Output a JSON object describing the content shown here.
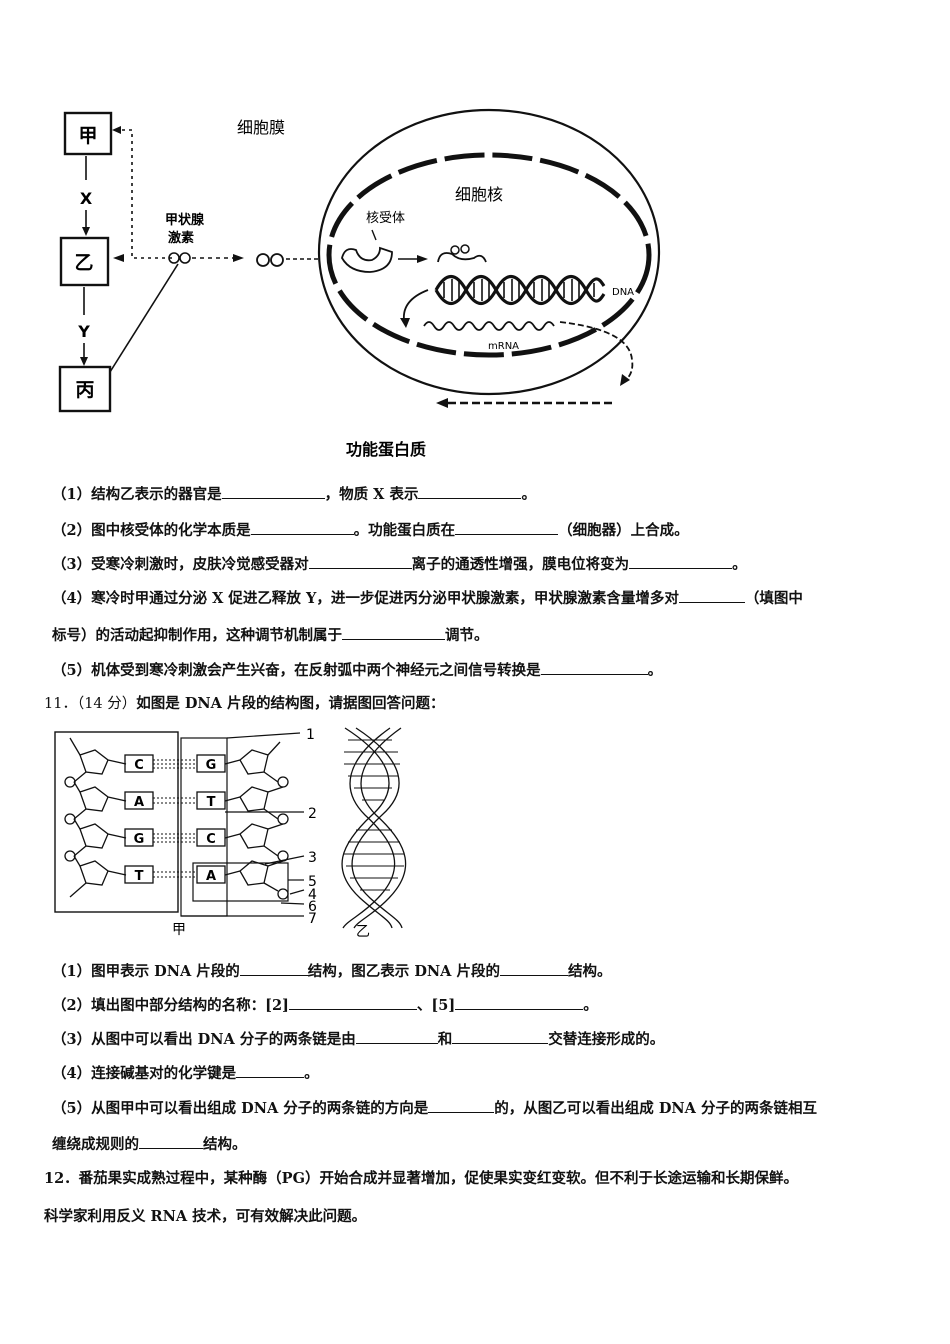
{
  "fig1": {
    "box_jia": "甲",
    "box_yi": "乙",
    "box_bing": "丙",
    "label_x": "X",
    "label_y": "Y",
    "thyroid_hormone": [
      "甲状腺",
      "激素"
    ],
    "cell_membrane": "细胞膜",
    "nucleus": "细胞核",
    "nuclear_receptor": "核受体",
    "dna": "DNA",
    "mrna": "mRNA",
    "functional_protein": "功能蛋白质"
  },
  "q10": {
    "p1": [
      "（1）结构乙表示的器官是",
      "，物质 X 表示",
      "。"
    ],
    "p2": [
      "（2）图中核受体的化学本质是",
      "。功能蛋白质在",
      "（细胞器）上合成。"
    ],
    "p3": [
      "（3）受寒冷刺激时，皮肤冷觉感受器对",
      "离子的通透性增强，膜电位将变为",
      "。"
    ],
    "p4a": [
      "（4）寒冷时甲通过分泌 X 促进乙释放 Y，进一步促进丙分泌甲状腺激素，甲状腺激素含量增多对",
      "（填图中"
    ],
    "p4b": [
      "标号）的活动起抑制作用，这种调节机制属于",
      "调节。"
    ],
    "p5": [
      "（5）机体受到寒冷刺激会产生兴奋，在反射弧中两个神经元之间信号转换是",
      "。"
    ]
  },
  "q11": {
    "header_num": "11．（14 分）",
    "header_text": "如图是 DNA 片段的结构图，请据图回答问题：",
    "fig": {
      "bases_left": [
        "C",
        "A",
        "G",
        "T"
      ],
      "bases_right": [
        "G",
        "T",
        "C",
        "A"
      ],
      "numbers": [
        "1",
        "2",
        "3",
        "5",
        "4",
        "6",
        "7"
      ],
      "label_jia": "甲",
      "label_yi": "乙"
    },
    "p1": [
      "（1）图甲表示 DNA 片段的",
      "结构，图乙表示 DNA 片段的",
      "结构。"
    ],
    "p2": [
      "（2）填出图中部分结构的名称：[2]",
      "、[5]",
      "。"
    ],
    "p3": [
      "（3）从图中可以看出 DNA 分子的两条链是由",
      "和",
      "交替连接形成的。"
    ],
    "p4": [
      "（4）连接碱基对的化学键是",
      "。"
    ],
    "p5a": [
      "（5）从图甲中可以看出组成 DNA 分子的两条链的方向是",
      "的，从图乙可以看出组成 DNA 分子的两条链相互"
    ],
    "p5b": [
      "缠绕成规则的",
      "结构。"
    ]
  },
  "q12": {
    "line1": "12．番茄果实成熟过程中，某种酶（PG）开始合成并显著增加，促使果实变红变软。但不利于长途运输和长期保鲜。",
    "line2": "科学家利用反义 RNA 技术，可有效解决此问题。"
  }
}
